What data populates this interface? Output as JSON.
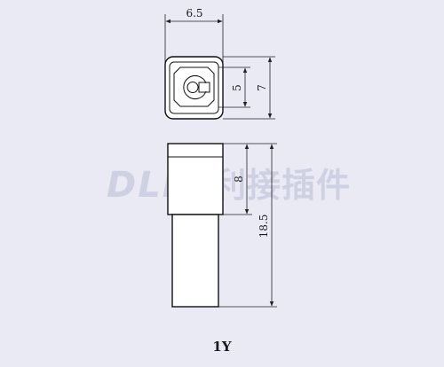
{
  "dimensions": {
    "width_top": "6.5",
    "inner_height": "5",
    "outer_height": "7",
    "head_height": "8",
    "total_length": "18.5"
  },
  "watermark": {
    "latin": "DLL",
    "cjk": "德利接插件"
  },
  "part_label": "1Y",
  "colors": {
    "background": "#e9eaf3",
    "line": "#111111",
    "watermark": "#c9cde0"
  }
}
